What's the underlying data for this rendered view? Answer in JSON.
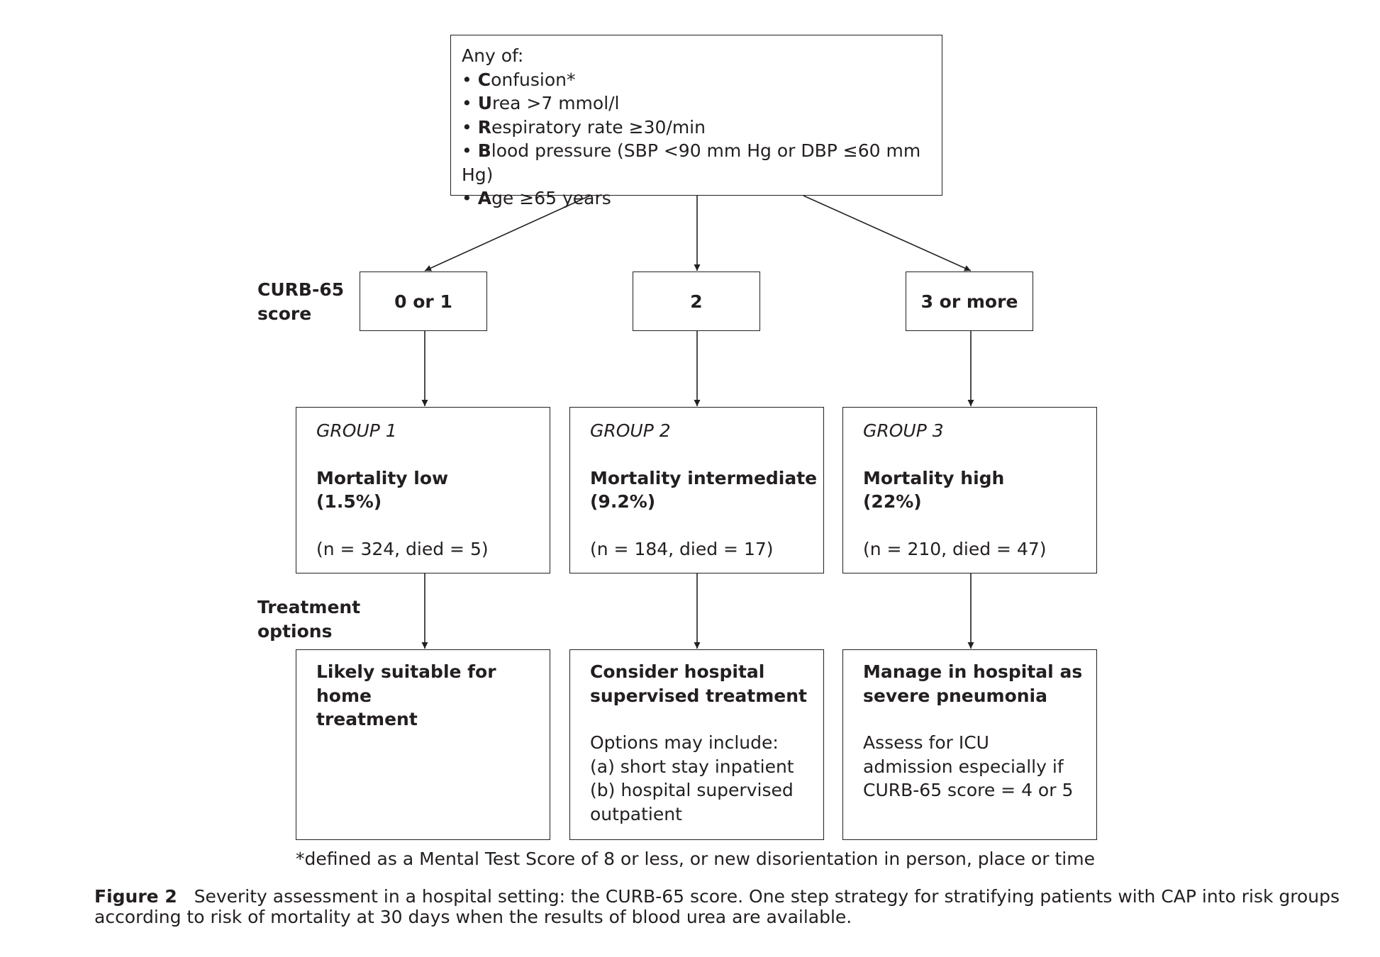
{
  "criteria": {
    "intro": "Any of:",
    "items": [
      {
        "initial": "C",
        "rest": "onfusion*"
      },
      {
        "initial": "U",
        "rest": "rea >7 mmol/l"
      },
      {
        "initial": "R",
        "rest": "espiratory rate ≥30/min"
      },
      {
        "initial": "B",
        "rest": "lood pressure (SBP <90 mm Hg or DBP ≤60 mm Hg)"
      },
      {
        "initial": "A",
        "rest": "ge ≥65 years"
      }
    ]
  },
  "labels": {
    "score_line1": "CURB-65",
    "score_line2": "score",
    "treatment_line1": "Treatment",
    "treatment_line2": "options"
  },
  "scores": [
    "0 or 1",
    "2",
    "3 or more"
  ],
  "groups": [
    {
      "name": "GROUP 1",
      "mortality_line1": "Mortality low",
      "mortality_line2": "(1.5%)",
      "counts": "(n = 324, died = 5)"
    },
    {
      "name": "GROUP 2",
      "mortality_line1": "Mortality intermediate",
      "mortality_line2": "(9.2%)",
      "counts": "(n = 184, died = 17)"
    },
    {
      "name": "GROUP 3",
      "mortality_line1": "Mortality high",
      "mortality_line2": "(22%)",
      "counts": "(n = 210, died = 47)"
    }
  ],
  "treatments": [
    {
      "title_lines": [
        "Likely suitable for home",
        "treatment"
      ],
      "body_lines": []
    },
    {
      "title_lines": [
        "Consider hospital",
        "supervised treatment"
      ],
      "body_lines": [
        "Options may include:",
        "(a) short stay inpatient",
        "(b) hospital supervised",
        "outpatient"
      ]
    },
    {
      "title_lines": [
        "Manage in hospital as",
        "severe pneumonia"
      ],
      "body_lines": [
        "Assess for ICU",
        "admission especially if",
        "CURB-65 score = 4 or 5"
      ]
    }
  ],
  "footnote": "*defined as a Mental Test Score of 8 or less, or new disorientation in person, place or time",
  "caption": {
    "label": "Figure 2",
    "line1": "Severity assessment in a hospital setting: the CURB-65 score. One step strategy for stratifying patients with CAP into risk groups",
    "line2": "according to risk of mortality at 30 days when the results of blood urea are available."
  }
}
